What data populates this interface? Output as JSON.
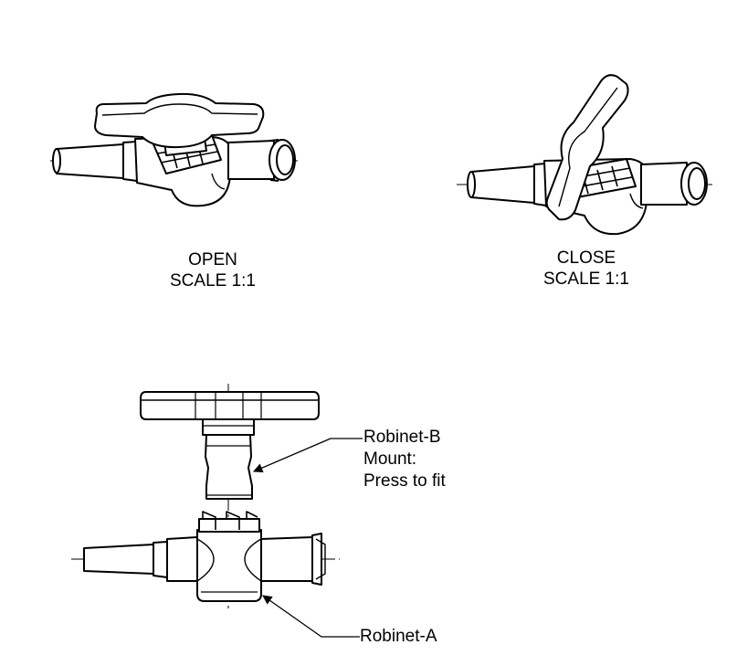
{
  "views": {
    "open": {
      "title": "OPEN",
      "scale": "SCALE 1:1"
    },
    "close": {
      "title": "CLOSE",
      "scale": "SCALE 1:1"
    }
  },
  "callouts": {
    "robinet_b": {
      "name": "Robinet-B",
      "line2": "Mount:",
      "line3": "Press to fit"
    },
    "robinet_a": {
      "name": "Robinet-A"
    }
  },
  "colors": {
    "ink": "#000000",
    "paper": "#ffffff"
  }
}
